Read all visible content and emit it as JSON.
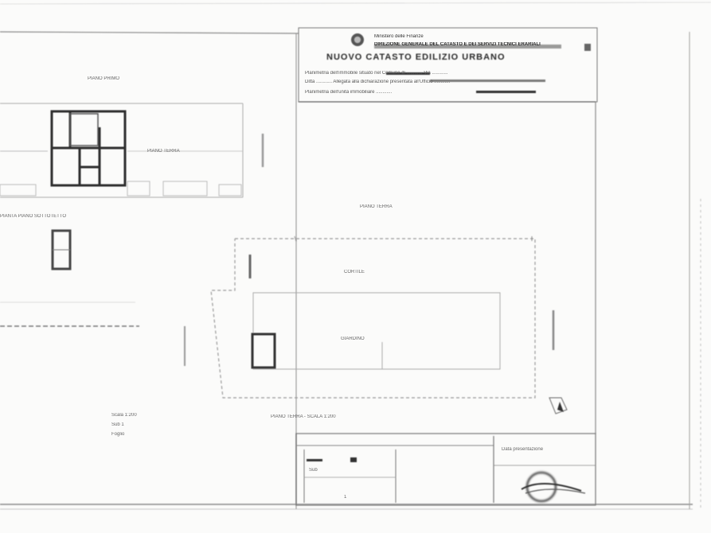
{
  "header": {
    "ministry": "Ministero delle Finanze",
    "agency": "DIREZIONE GENERALE DEL CATASTO E DEI SERVIZI TECNICI ERARIALI",
    "title": "NUOVO CATASTO EDILIZIO URBANO",
    "line1": "Planimetria dell'immobile situato nel Comune di ............ Via ............",
    "line2": "Ditta ............ Allegata alla dichiarazione presentata all'Ufficio ............",
    "line3": "Planimetria dell'unità immobiliare ............"
  },
  "labels": {
    "plan_top": "PIANO PRIMO",
    "plan_level": "PIANO TERRA",
    "plan_main": "PIANO TERRA",
    "garage": "CORTILE",
    "court": "GIARDINO",
    "side_left": "PIANTA PIANO SOTTOTETTO",
    "bottom_title": "PIANO TERRA - SCALA 1:200",
    "bottom_left_1": "Scala 1:200",
    "bottom_left_2": "Sub 1",
    "bottom_left_3": "Foglio"
  },
  "footer": {
    "box_num": "Sub",
    "box_num2": "1",
    "stamp_text": "Data presentazione"
  },
  "colors": {
    "ink": "#3a3a3a",
    "paper": "#fbfbfa",
    "faint": "#9a9a9a"
  }
}
